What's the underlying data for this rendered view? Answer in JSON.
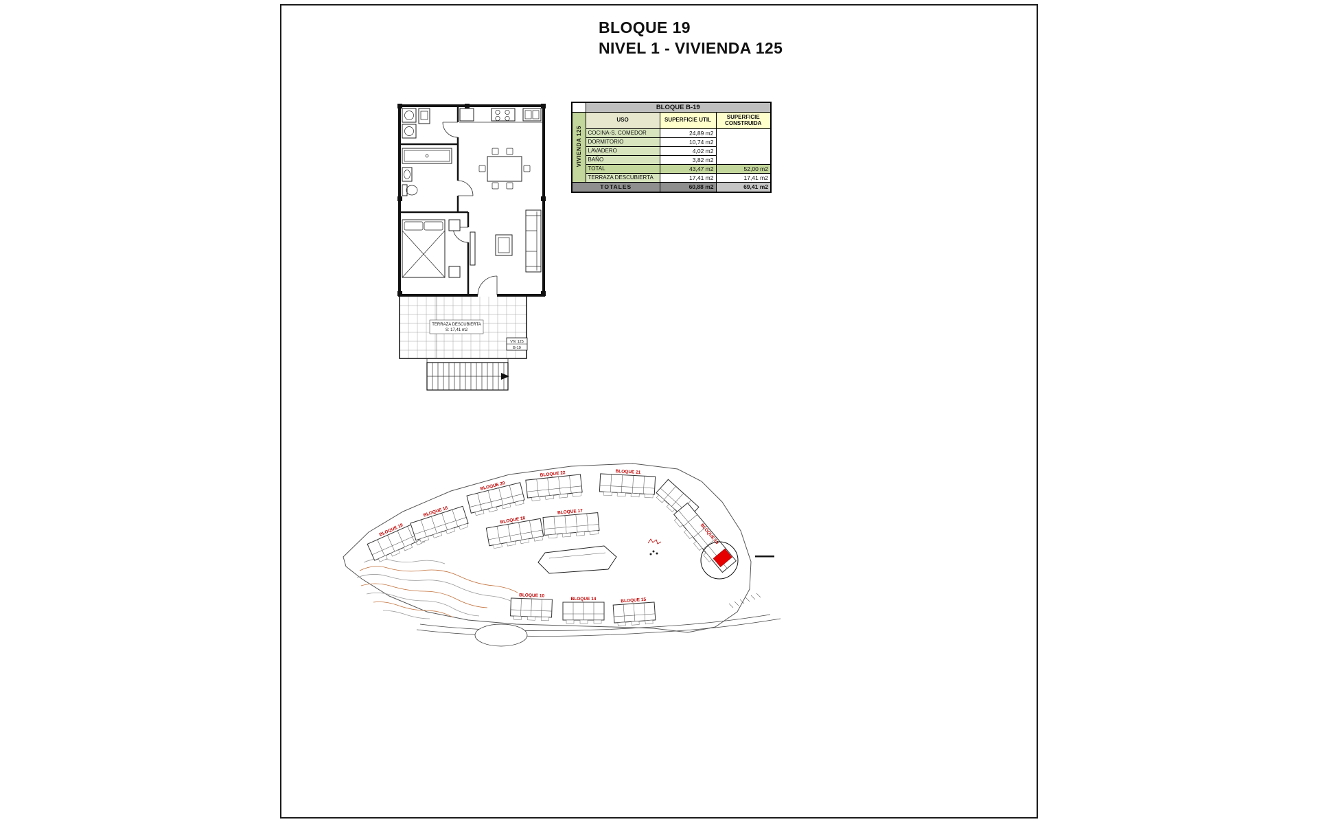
{
  "title": {
    "line1": "BLOQUE 19",
    "line2": "NIVEL 1 - VIVIENDA 125"
  },
  "table": {
    "block_header": "BLOQUE B-19",
    "vertical_label": "VIVIENDA 125",
    "columns": {
      "uso": "USO",
      "util": "SUPERFICIE UTIL",
      "construida": "SUPERFICIE CONSTRUIDA"
    },
    "rows": [
      {
        "uso": "COCINA-S. COMEDOR",
        "util": "24,89 m2"
      },
      {
        "uso": "DORMITORIO",
        "util": "10,74 m2"
      },
      {
        "uso": "LAVADERO",
        "util": "4,02 m2"
      },
      {
        "uso": "BAÑO",
        "util": "3,82 m2"
      }
    ],
    "total_row": {
      "uso": "TOTAL",
      "util": "43,47 m2",
      "construida": "52,00 m2"
    },
    "terraza_row": {
      "uso": "TERRAZA DESCUBIERTA",
      "util": "17,41 m2",
      "construida": "17,41 m2"
    },
    "totales_row": {
      "uso": "TOTALES",
      "util": "60,88 m2",
      "construida": "69,41 m2"
    }
  },
  "floorplan": {
    "terraza_line1": "TERRAZA DESCUBIERTA",
    "terraza_line2": "S: 17,41 m2",
    "tag_line1": "VIV 125",
    "tag_line2": "B-19"
  },
  "siteplan": {
    "labels": [
      {
        "text": "BLOQUE 19"
      },
      {
        "text": "BLOQUE 16"
      },
      {
        "text": "BLOQUE 20"
      },
      {
        "text": "BLOQUE 22"
      },
      {
        "text": "BLOQUE 21"
      },
      {
        "text": "BLOQUE 18"
      },
      {
        "text": "BLOQUE 17"
      },
      {
        "text": "BLOQUE 19"
      },
      {
        "text": "BLOQUE 10"
      },
      {
        "text": "BLOQUE 14"
      },
      {
        "text": "BLOQUE 15"
      }
    ]
  },
  "colors": {
    "header_gray": "#bfbfbf",
    "green_light": "#d7e4bd",
    "green_medium": "#c3d69b",
    "yellow_light": "#ffffcc",
    "totales_gray": "#8f8f8f",
    "highlight_red": "#e60000",
    "label_red": "#c00000",
    "contour_orange": "#c2703a"
  }
}
